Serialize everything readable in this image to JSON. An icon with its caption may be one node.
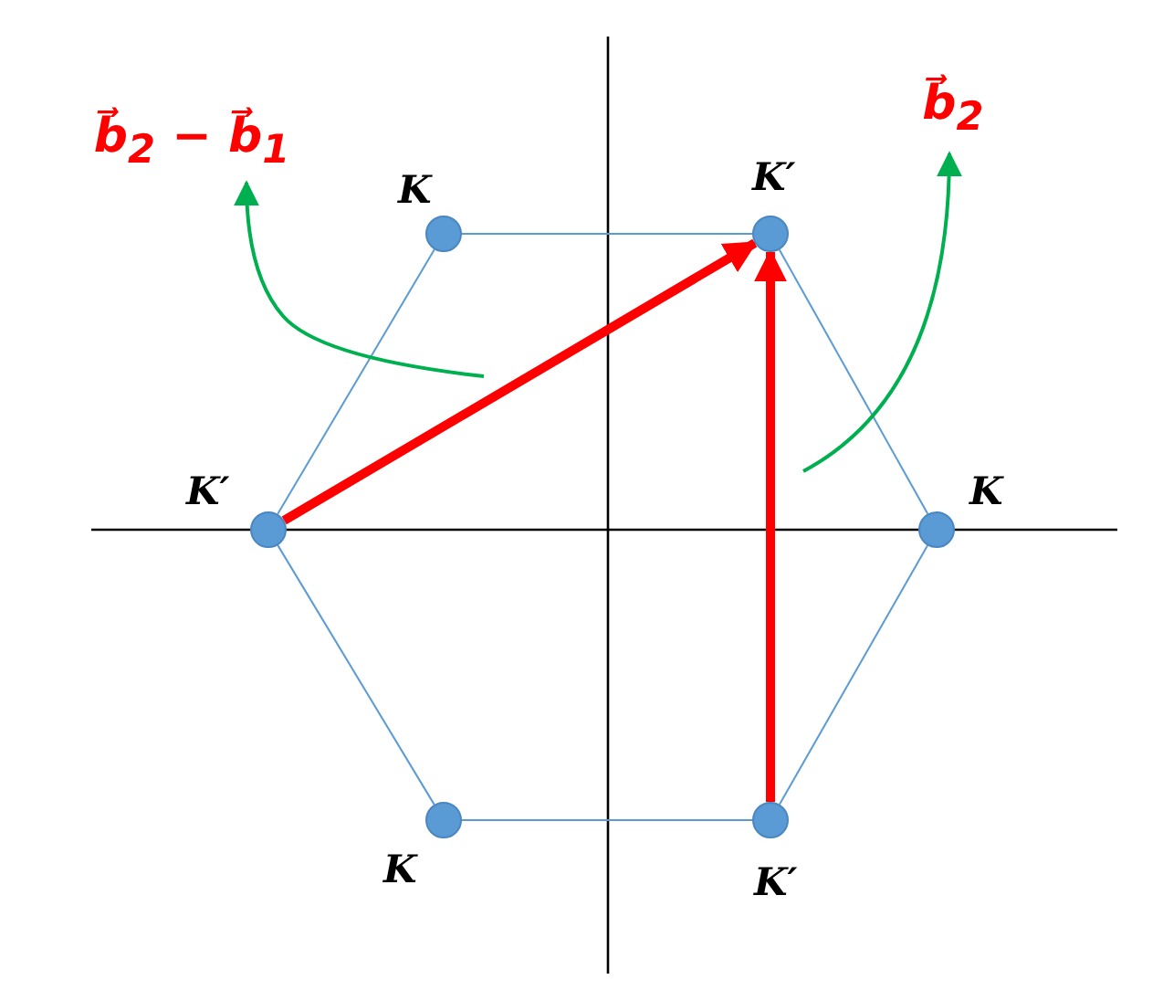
{
  "diagram": {
    "nodes": [
      {
        "text": [],
        "shape": "circle",
        "beside": [
          "K"
        ]
      },
      {
        "text": [],
        "shape": "circle",
        "beside": [
          "K′"
        ]
      },
      {
        "text": [],
        "shape": "circle",
        "beside": [
          "K′"
        ]
      },
      {
        "text": [],
        "shape": "circle",
        "beside": [
          "K"
        ]
      },
      {
        "text": [],
        "shape": "circle",
        "beside": [
          "K"
        ]
      },
      {
        "text": [],
        "shape": "circle",
        "beside": [
          "K′"
        ]
      },
      {
        "text": [
          "b⃗$_{2}$ − b⃗$_{1}$"
        ]
      },
      {
        "text": [
          "b⃗$_{2}$"
        ]
      }
    ],
    "edges": [
      {
        "from": 0,
        "to": 1,
        "arrow": "none"
      },
      {
        "from": 1,
        "to": 3,
        "arrow": "none"
      },
      {
        "from": 3,
        "to": 5,
        "arrow": "none"
      },
      {
        "from": 5,
        "to": 4,
        "arrow": "none"
      },
      {
        "from": 4,
        "to": 2,
        "arrow": "none"
      },
      {
        "from": 2,
        "to": 0,
        "arrow": "none"
      },
      {
        "from": 2,
        "to": 1,
        "arrow": "to",
        "style": "thick",
        "color": "#ff0000"
      },
      {
        "from": 5,
        "to": 1,
        "arrow": "to",
        "style": "thick",
        "color": "#ff0000"
      },
      {
        "from": null,
        "to": 6,
        "arrow": "to",
        "color": "#00b050"
      },
      {
        "from": null,
        "to": 7,
        "arrow": "to",
        "color": "#00b050"
      }
    ]
  }
}
